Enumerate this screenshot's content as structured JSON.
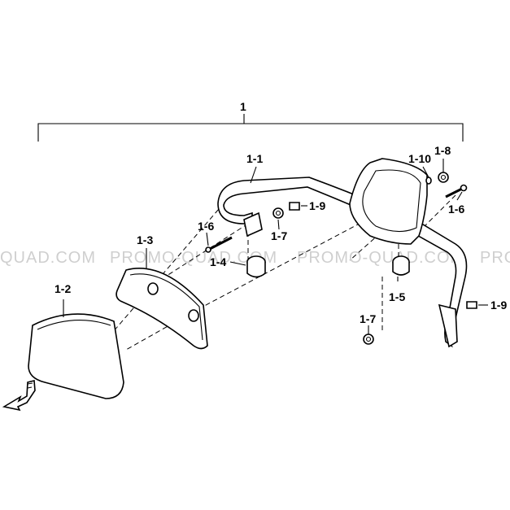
{
  "watermark": {
    "text_left": "QUAD.COM",
    "text_mid1": "PROMO-QUAD.COM",
    "text_mid2": "PROMO-QUAD.COM",
    "text_right": "PRO"
  },
  "callouts": {
    "assembly": "1",
    "rack": "1-1",
    "pad": "1-2",
    "plate": "1-3",
    "collar_left": "1-4",
    "collar_right": "1-5",
    "bolt_left": "1-6",
    "bolt_right": "1-6",
    "nut_upper": "1-7",
    "nut_lower": "1-7",
    "nut_top": "1-8",
    "clip_upper": "1-9",
    "clip_lower": "1-9",
    "washer": "1-10"
  },
  "icons": {
    "front_arrow": "front-direction-arrow-icon"
  }
}
